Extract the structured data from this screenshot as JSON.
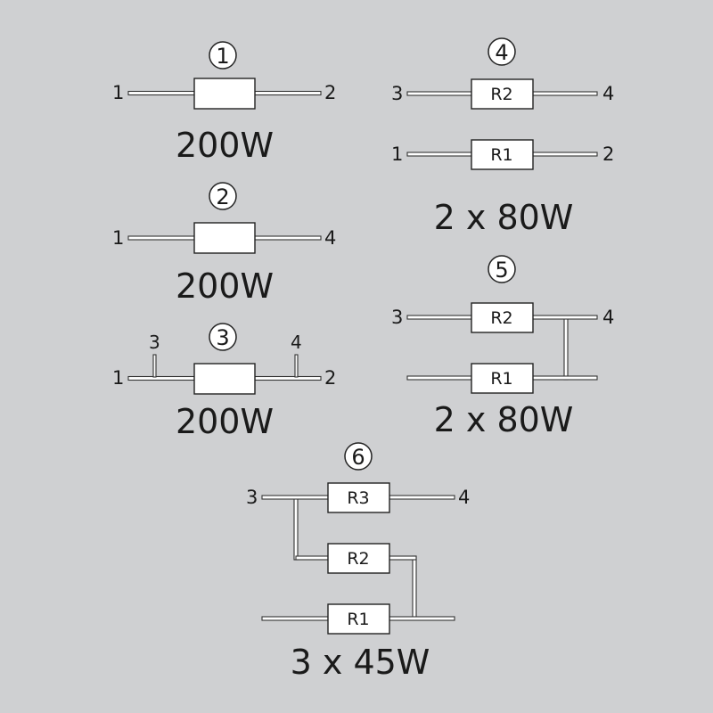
{
  "colors": {
    "background": "#cfd0d2",
    "resistor_fill": "#ffffff",
    "outline": "#222222",
    "text": "#1a1a1a"
  },
  "diagrams": [
    {
      "number": "1",
      "power": "200W",
      "pins": [
        "1",
        "2"
      ]
    },
    {
      "number": "2",
      "power": "200W",
      "pins": [
        "1",
        "4"
      ]
    },
    {
      "number": "3",
      "power": "200W",
      "pins": [
        "1",
        "2",
        "3",
        "4"
      ]
    },
    {
      "number": "4",
      "power": "2 x 80W",
      "pins": [
        "3",
        "4",
        "1",
        "2"
      ],
      "resistors": [
        "R2",
        "R1"
      ]
    },
    {
      "number": "5",
      "power": "2 x 80W",
      "pins": [
        "3",
        "4"
      ],
      "resistors": [
        "R2",
        "R1"
      ]
    },
    {
      "number": "6",
      "power": "3 x 45W",
      "pins": [
        "3",
        "4"
      ],
      "resistors": [
        "R3",
        "R2",
        "R1"
      ]
    }
  ]
}
